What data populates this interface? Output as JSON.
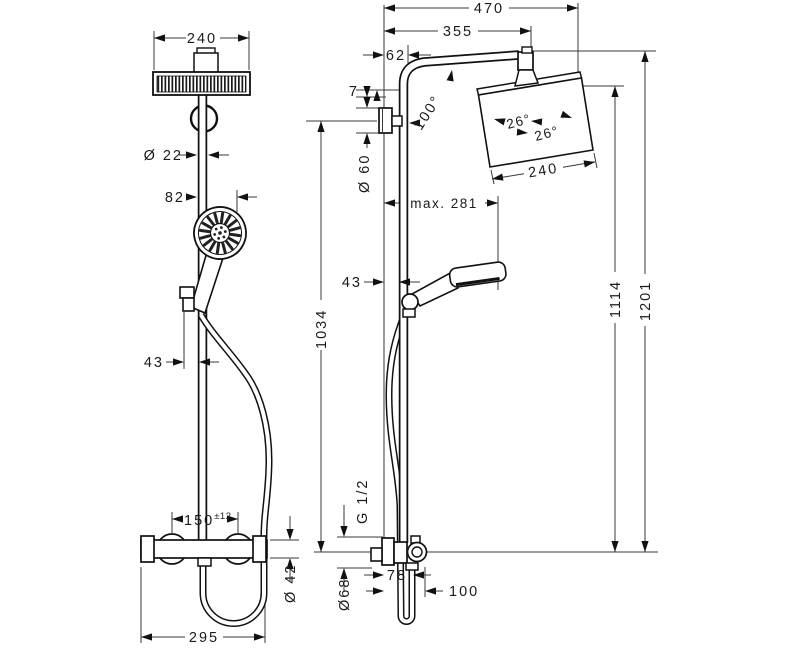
{
  "drawing_title": "shower-pipe-technical-drawing-two-views",
  "front_view": {
    "head_width": "240",
    "pipe_diameter": "Ø 22",
    "hand_shower_offset": "82",
    "holder_offset": "43",
    "valve_connection_spacing": "150",
    "valve_connection_tolerance": "±12",
    "valve_body_diameter": "Ø 42",
    "valve_overall_width": "295"
  },
  "side_view": {
    "overall_depth": "470",
    "head_center_depth": "355",
    "top_wall_offset": "62",
    "bracket_gap": "7",
    "arm_angle": "100°",
    "head_tilt_first": "26°",
    "head_tilt_second": "26°",
    "head_depth": "240",
    "bracket_diameter": "Ø 60",
    "hand_shower_max_reach": "max. 281",
    "rail_wall_offset": "43",
    "rail_height": "1034",
    "head_height": "1114",
    "overall_height": "1201",
    "thread_size": "G 1/2",
    "hose_wall_offset": "78",
    "valve_depth": "100",
    "valve_escutcheon_diameter": "Ø68"
  },
  "colors": {
    "line": "#111111",
    "dimension": "#3a3a3a",
    "background": "#ffffff"
  }
}
